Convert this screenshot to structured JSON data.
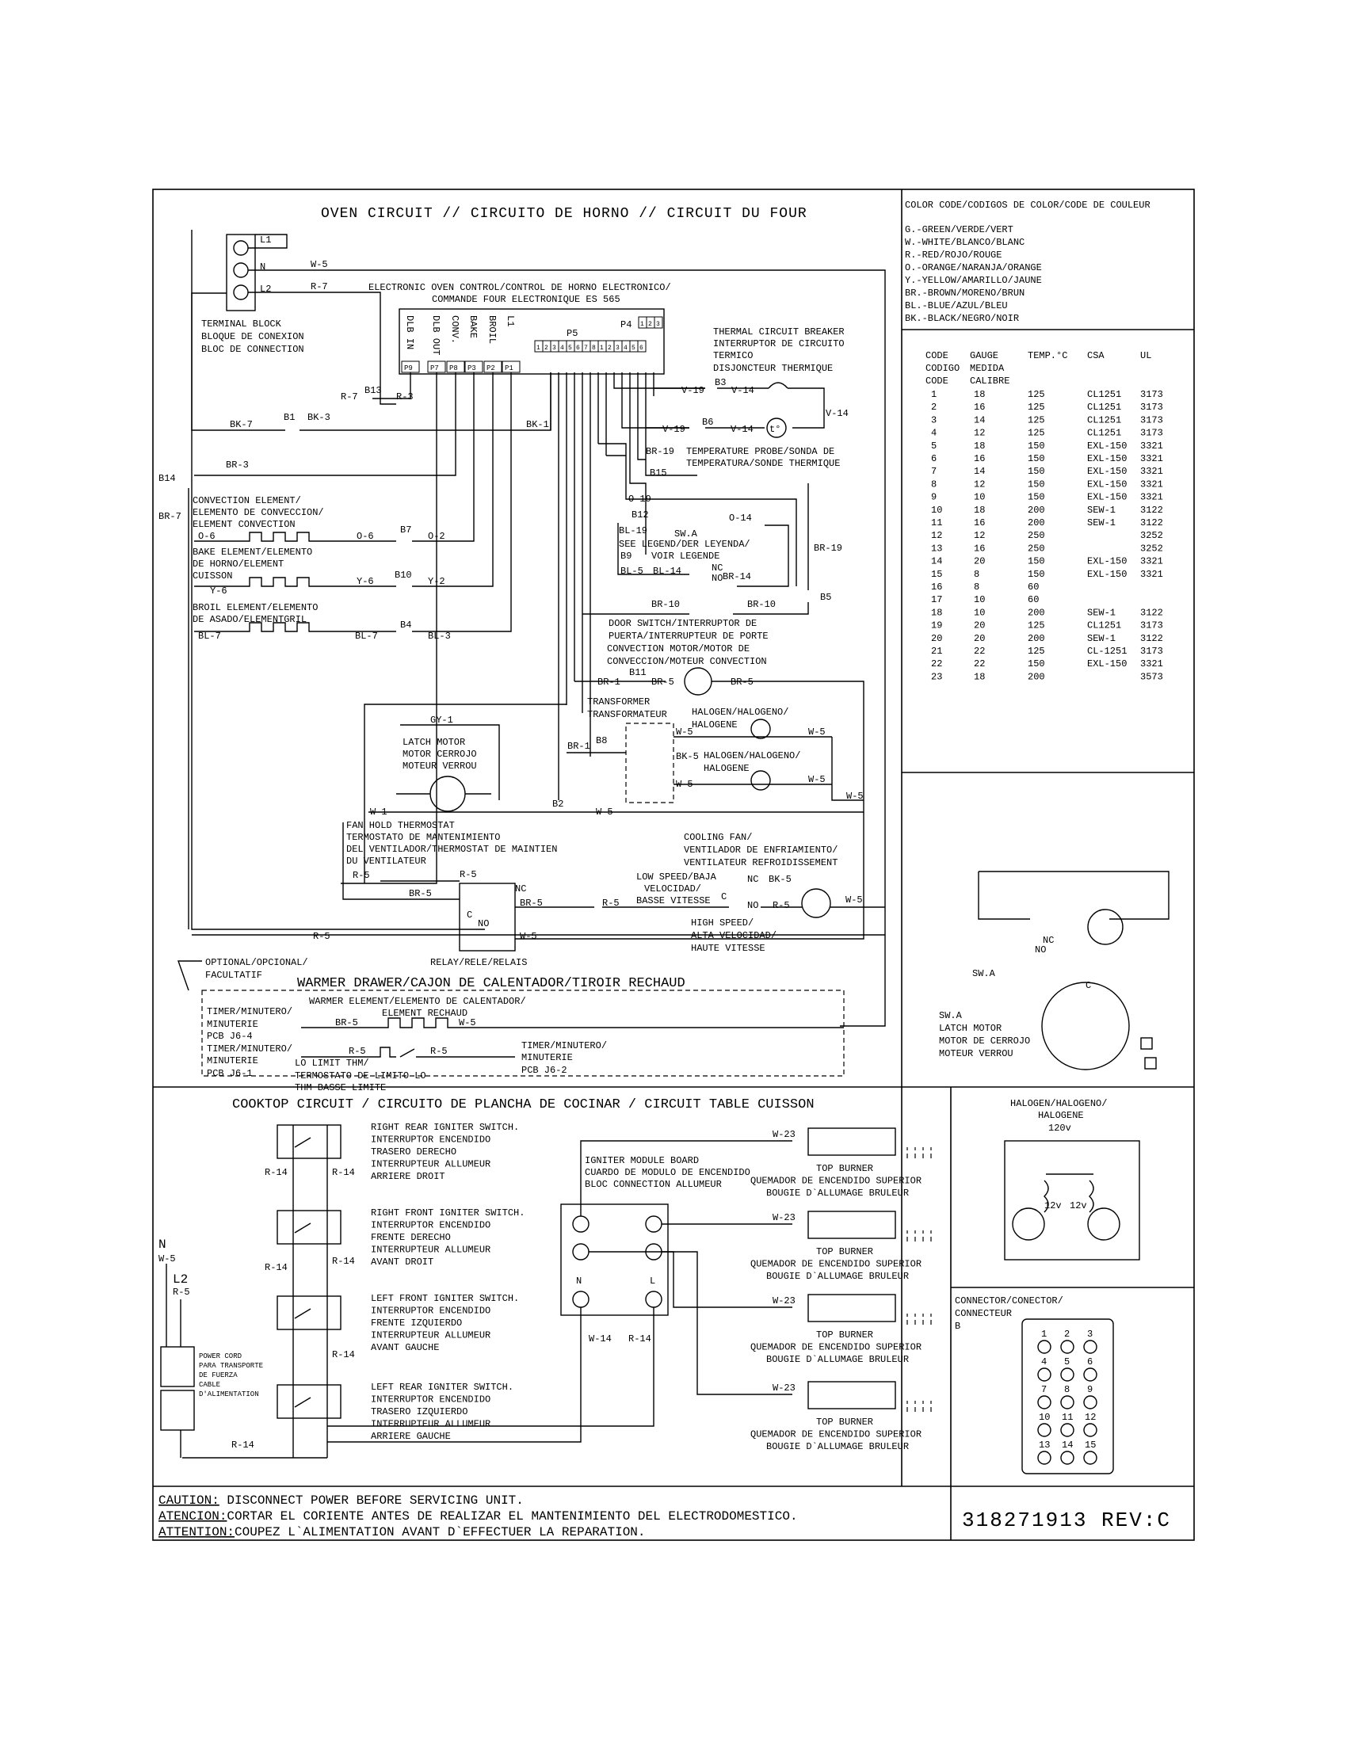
{
  "oven_title": "OVEN CIRCUIT // CIRCUITO DE HORNO // CIRCUIT DU FOUR",
  "color_code": {
    "title": "COLOR CODE/CODIGOS DE COLOR/CODE DE COULEUR",
    "items": [
      "G.-GREEN/VERDE/VERT",
      "W.-WHITE/BLANCO/BLANC",
      "R.-RED/ROJO/ROUGE",
      "O.-ORANGE/NARANJA/ORANGE",
      "Y.-YELLOW/AMARILLO/JAUNE",
      "BR.-BROWN/MORENO/BRUN",
      "BL.-BLUE/AZUL/BLEU",
      "BK.-BLACK/NEGRO/NOIR"
    ]
  },
  "gauge_table": {
    "headers": [
      "CODE",
      "GAUGE",
      "TEMP.°C",
      "CSA",
      "UL"
    ],
    "subheaders": [
      "CODIGO",
      "MEDIDA",
      "CODE",
      "CALIBRE"
    ],
    "rows": [
      [
        "1",
        "18",
        "125",
        "CL1251",
        "3173"
      ],
      [
        "2",
        "16",
        "125",
        "CL1251",
        "3173"
      ],
      [
        "3",
        "14",
        "125",
        "CL1251",
        "3173"
      ],
      [
        "4",
        "12",
        "125",
        "CL1251",
        "3173"
      ],
      [
        "5",
        "18",
        "150",
        "EXL-150",
        "3321"
      ],
      [
        "6",
        "16",
        "150",
        "EXL-150",
        "3321"
      ],
      [
        "7",
        "14",
        "150",
        "EXL-150",
        "3321"
      ],
      [
        "8",
        "12",
        "150",
        "EXL-150",
        "3321"
      ],
      [
        "9",
        "10",
        "150",
        "EXL-150",
        "3321"
      ],
      [
        "10",
        "18",
        "200",
        "SEW-1",
        "3122"
      ],
      [
        "11",
        "16",
        "200",
        "SEW-1",
        "3122"
      ],
      [
        "12",
        "12",
        "250",
        "",
        "3252"
      ],
      [
        "13",
        "16",
        "250",
        "",
        "3252"
      ],
      [
        "14",
        "20",
        "150",
        "EXL-150",
        "3321"
      ],
      [
        "15",
        "8",
        "150",
        "EXL-150",
        "3321"
      ],
      [
        "16",
        "8",
        "60",
        "",
        ""
      ],
      [
        "17",
        "10",
        "60",
        "",
        ""
      ],
      [
        "18",
        "10",
        "200",
        "SEW-1",
        "3122"
      ],
      [
        "19",
        "20",
        "125",
        "CL1251",
        "3173"
      ],
      [
        "20",
        "20",
        "200",
        "SEW-1",
        "3122"
      ],
      [
        "21",
        "22",
        "125",
        "CL-1251",
        "3173"
      ],
      [
        "22",
        "22",
        "150",
        "EXL-150",
        "3321"
      ],
      [
        "23",
        "18",
        "200",
        "",
        "3573"
      ]
    ]
  },
  "terminal_block": {
    "lines": [
      "TERMINAL BLOCK",
      "BLOQUE DE CONEXION",
      "BLOC DE CONNECTION"
    ],
    "terms": [
      "L1",
      "N",
      "L2"
    ]
  },
  "control": {
    "lines": [
      "ELECTRONIC OVEN CONTROL/CONTROL DE HORNO ELECTRONICO/",
      "COMMANDE FOUR ELECTRONIQUE ES 565"
    ],
    "functions": [
      "DLB IN",
      "DLB OUT",
      "CONV.",
      "BAKE",
      "BROIL",
      "L1"
    ],
    "pins": [
      "P9",
      "P7",
      "P8",
      "P3",
      "P2",
      "P1"
    ],
    "p5": "P5",
    "p4": "P4",
    "p5_pins": [
      "1",
      "2",
      "3",
      "4",
      "5",
      "6",
      "7",
      "8",
      "1",
      "2",
      "3",
      "4",
      "5",
      "6"
    ],
    "p4_pins": [
      "1",
      "2",
      "3"
    ]
  },
  "breaker": {
    "lines": [
      "THERMAL CIRCUIT BREAKER",
      "INTERRUPTOR DE CIRCUITO",
      "TERMICO",
      "DISJONCTEUR THERMIQUE"
    ]
  },
  "probe": {
    "lines": [
      "TEMPERATURE PROBE/SONDA DE",
      "TEMPERATURA/SONDE THERMIQUE"
    ],
    "symbol": "t°"
  },
  "elements": {
    "convection": [
      "CONVECTION ELEMENT/",
      "ELEMENTO DE CONVECCION/",
      "ELEMENT CONVECTION"
    ],
    "bake": [
      "BAKE ELEMENT/ELEMENTO",
      "DE HORNO/ELEMENT",
      "CUISSON"
    ],
    "broil": [
      "BROIL ELEMENT/ELEMENTO",
      "DE ASADO/ELEMENTGRIL"
    ]
  },
  "swa_legend": [
    "SW.A",
    "SEE LEGEND/DER LEYENDA/",
    "VOIR LEGENDE"
  ],
  "door_switch": [
    "DOOR SWITCH/INTERRUPTOR DE",
    "PUERTA/INTERRUPTEUR DE PORTE"
  ],
  "conv_motor": [
    "CONVECTION MOTOR/MOTOR DE",
    "CONVECCION/MOTEUR CONVECTION"
  ],
  "transformer": [
    "TRANSFORMER",
    "TRANSFORMATEUR"
  ],
  "halogen_a": [
    "HALOGEN/HALOGENO/",
    "HALOGENE"
  ],
  "halogen_b": [
    "HALOGEN/HALOGENO/",
    "HALOGENE"
  ],
  "latch_motor": [
    "LATCH MOTOR",
    "MOTOR CERROJO",
    "MOTEUR VERROU"
  ],
  "fan_hold": [
    "FAN HOLD THERMOSTAT",
    "TERMOSTATO DE MANTENIMIENTO",
    "DEL VENTILADOR/THERMOSTAT DE MAINTIEN",
    "DU VENTILATEUR"
  ],
  "cooling_fan": [
    "COOLING FAN/",
    "VENTILADOR DE ENFRIAMIENTO/",
    "VENTILATEUR REFROIDISSEMENT"
  ],
  "low_speed": [
    "LOW SPEED/BAJA",
    "VELOCIDAD/",
    "BASSE VITESSE"
  ],
  "high_speed": [
    "HIGH SPEED/",
    "ALTA VELOCIDAD/",
    "HAUTE VITESSE"
  ],
  "relay": "RELAY/RELE/RELAIS",
  "optional": [
    "OPTIONAL/OPCIONAL/",
    "FACULTATIF"
  ],
  "warmer": {
    "title": "WARMER DRAWER/CAJON DE CALENTADOR/TIROIR RECHAUD",
    "element": [
      "WARMER ELEMENT/ELEMENTO DE CALENTADOR/",
      "ELEMENT RECHAUD"
    ],
    "timer1": [
      "TIMER/MINUTERO/",
      "MINUTERIE",
      "PCB J6-4"
    ],
    "timer2": [
      "TIMER/MINUTERO/",
      "MINUTERIE",
      "PCB J6-1"
    ],
    "timer3": [
      "TIMER/MINUTERO/",
      "MINUTERIE",
      "PCB J6-2"
    ],
    "limit": [
      "LO LIMIT THM/",
      "TERMOSTATO DE LIMITO LO",
      "THM BASSE LIMITE"
    ]
  },
  "wires": {
    "w5": "W-5",
    "r7": "R-7",
    "b13": "B13",
    "r3": "R-3",
    "bk7": "BK-7",
    "b1": "B1",
    "bk3": "BK-3",
    "bk1": "BK-1",
    "br3": "BR-3",
    "b14": "B14",
    "br7": "BR-7",
    "o6": "O-6",
    "b7": "B7",
    "o2": "O-2",
    "y6": "Y-6",
    "b10": "B10",
    "y2": "Y-2",
    "bl7": "BL-7",
    "b4": "B4",
    "bl3": "BL-3",
    "v19": "V-19",
    "b3": "B3",
    "v14": "V-14",
    "b6": "B6",
    "br19": "BR-19",
    "b15": "B15",
    "o19": "O-19",
    "b12": "B12",
    "bl19": "BL-19",
    "o14": "O-14",
    "b9": "B9",
    "bl5": "BL-5",
    "bl14": "BL-14",
    "br14": "BR-14",
    "br10": "BR-10",
    "b5": "B5",
    "br1": "BR-1",
    "b11": "B11",
    "br5": "BR-5",
    "gy1": "GY-1",
    "b8": "B8",
    "bk5": "BK-5",
    "w1": "W-1",
    "b2": "B2",
    "r5": "R-5",
    "c": "C",
    "nc": "NC",
    "no": "NO",
    "l1": "L1",
    "n": "N",
    "l2": "L2"
  },
  "cooktop": {
    "title": "COOKTOP CIRCUIT / CIRCUITO DE PLANCHA DE COCINAR / CIRCUIT TABLE CUISSON",
    "switches": [
      [
        "RIGHT REAR IGNITER SWITCH.",
        "INTERRUPTOR ENCENDIDO",
        "TRASERO DERECHO",
        "INTERRUPTEUR ALLUMEUR",
        "ARRIERE DROIT"
      ],
      [
        "RIGHT FRONT IGNITER SWITCH.",
        "INTERRUPTOR  ENCENDIDO",
        "FRENTE DERECHO",
        "INTERRUPTEUR ALLUMEUR",
        "AVANT DROIT"
      ],
      [
        "LEFT FRONT IGNITER SWITCH.",
        "INTERRUPTOR  ENCENDIDO",
        "FRENTE IZQUIERDO",
        "INTERRUPTEUR ALLUMEUR",
        "AVANT GAUCHE"
      ],
      [
        "LEFT REAR IGNITER SWITCH.",
        "INTERRUPTOR ENCENDIDO",
        "TRASERO IZQUIERDO",
        "INTERRUPTEUR ALLUMEUR",
        "ARRIERE GAUCHE"
      ]
    ],
    "module": [
      "IGNITER MODULE BOARD",
      "CUARDO DE MODULO DE ENCENDIDO",
      "BLOC CONNECTION ALLUMEUR"
    ],
    "burner": [
      "TOP BURNER",
      "QUEMADOR DE ENCENDIDO SUPERIOR",
      "BOUGIE D`ALLUMAGE BRULEUR"
    ],
    "power_cord": [
      "POWER CORD",
      "PARA TRANSPORTE",
      "DE FUERZA",
      "CABLE",
      "D'ALIMENTATION"
    ],
    "w23": "W-23",
    "r14": "R-14",
    "w14": "W-14",
    "n": "N",
    "l": "L"
  },
  "latch_detail": {
    "lines": [
      "SW.A",
      "LATCH MOTOR",
      "MOTOR DE CERROJO",
      "MOTEUR VERROU"
    ],
    "swa": "SW.A",
    "nc": "NC",
    "no": "NO",
    "c": "C"
  },
  "halogen_detail": {
    "lines": [
      "HALOGEN/HALOGENO/",
      "HALOGENE"
    ],
    "v120": "120v",
    "v12a": "12v",
    "v12b": "12v"
  },
  "connector": {
    "lines": [
      "CONNECTOR/CONECTOR/",
      "CONNECTEUR",
      "B"
    ],
    "pins": [
      "1",
      "2",
      "3",
      "4",
      "5",
      "6",
      "7",
      "8",
      "9",
      "10",
      "11",
      "12",
      "13",
      "14",
      "15"
    ]
  },
  "footer": {
    "caution_label": "CAUTION:",
    "caution": " DISCONNECT POWER BEFORE SERVICING UNIT.",
    "atencion_label": "ATENCION:",
    "atencion": "CORTAR EL CORIENTE ANTES DE REALIZAR EL MANTENIMIENTO DEL ELECTRODOMESTICO.",
    "attention_label": "ATTENTION:",
    "attention": "COUPEZ L`ALIMENTATION AVANT D`EFFECTUER LA REPARATION.",
    "part": "318271913  REV:C"
  }
}
